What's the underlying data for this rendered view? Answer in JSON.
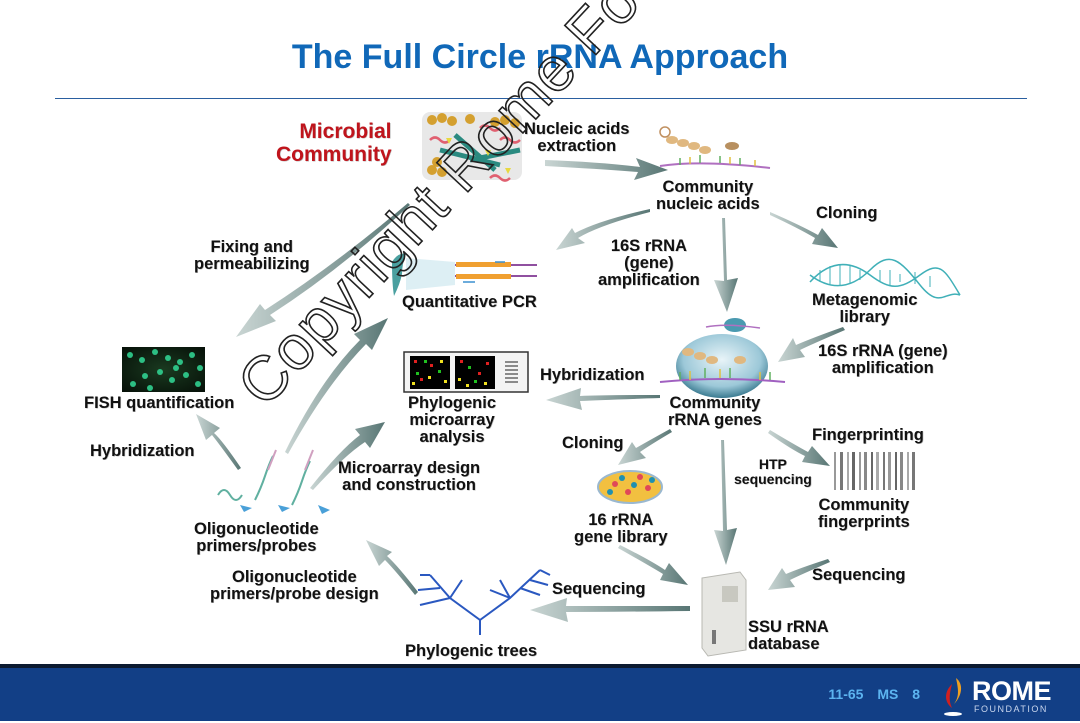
{
  "slide": {
    "title": "The Full Circle rRNA Approach",
    "watermark": "Copyright Rome Foundation"
  },
  "nodes": {
    "microbial_community": "Microbial\nCommunity",
    "community_nucleic_acids": "Community\nnucleic acids",
    "quantitative_pcr": "Quantitative PCR",
    "metagenomic_library": "Metagenomic\nlibrary",
    "fish_quantification": "FISH quantification",
    "phylogenic_microarray": "Phylogenic\nmicroarray\nanalysis",
    "community_rrna_genes": "Community\nrRNA genes",
    "community_fingerprints": "Community\nfingerprints",
    "gene_library": "16 rRNA\ngene library",
    "oligo_primers": "Oligonucleotide\nprimers/probes",
    "phylogenic_trees": "Phylogenic trees",
    "ssu_database": "SSU rRNA\ndatabase"
  },
  "edges": {
    "extraction": "Nucleic acids\nextraction",
    "cloning_top": "Cloning",
    "amplification_center": "16S rRNA\n(gene)\namplification",
    "fixing": "Fixing and\npermeabilizing",
    "amplification_right": "16S rRNA (gene)\namplification",
    "hybridization_center": "Hybridization",
    "hybridization_left": "Hybridization",
    "cloning_center": "Cloning",
    "fingerprinting": "Fingerprinting",
    "htp_sequencing": "HTP\nsequencing",
    "microarray_design": "Microarray design\nand construction",
    "oligo_design": "Oligonucleotide\nprimers/probe design",
    "sequencing_left": "Sequencing",
    "sequencing_right": "Sequencing"
  },
  "footer": {
    "slide_number": "11-65  MS 8",
    "logo_name": "ROME",
    "logo_sub": "FOUNDATION"
  },
  "colors": {
    "title": "#1068b8",
    "footer_bg": "#123f86",
    "accent_red": "#c0141c",
    "arrow": "#5f7a78"
  }
}
